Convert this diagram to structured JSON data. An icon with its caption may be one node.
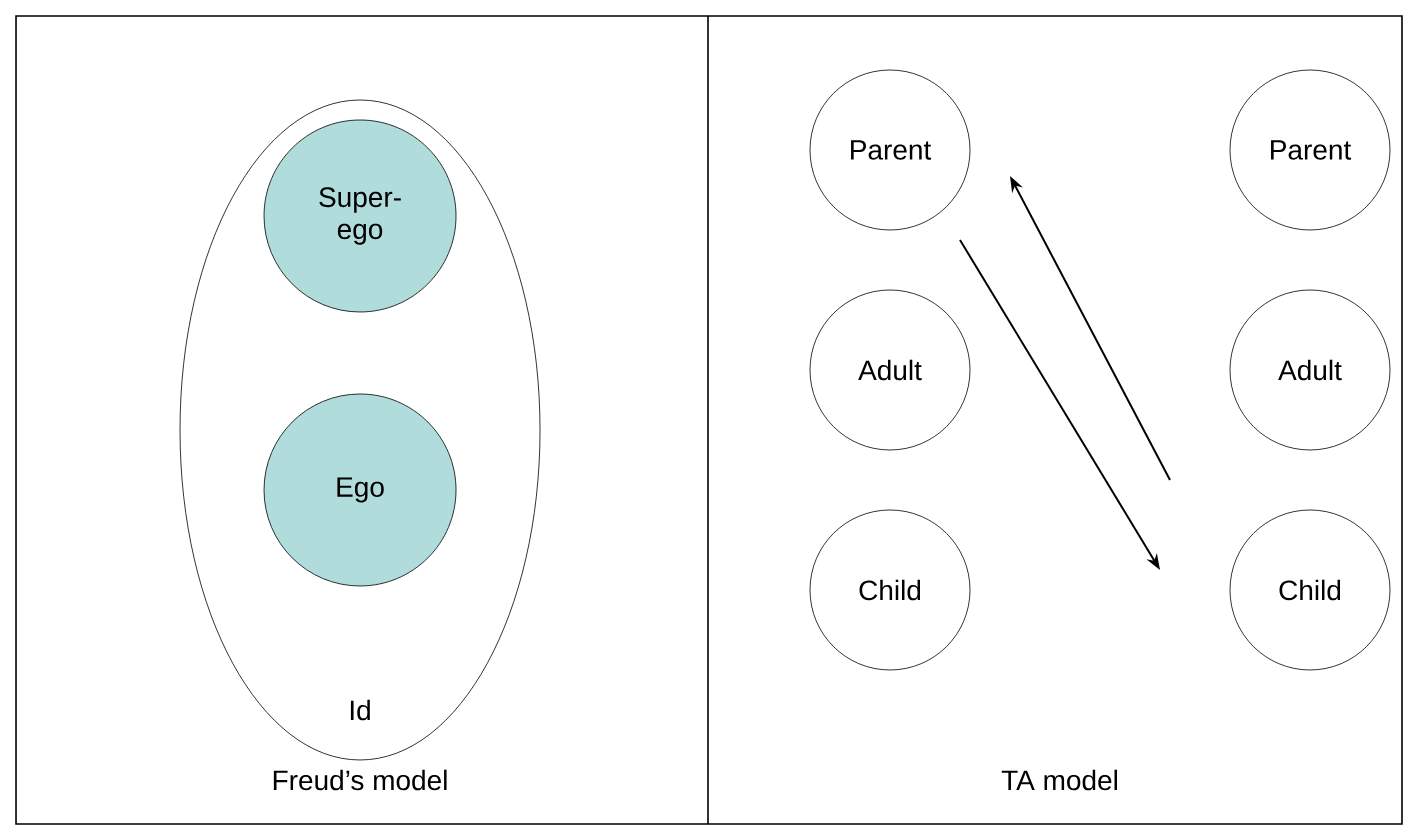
{
  "diagram": {
    "nodes": [
      {
        "text": [
          "Id"
        ]
      },
      {
        "text": [
          "Super- ego"
        ],
        "in": 0
      },
      {
        "text": [
          "Ego"
        ],
        "in": 0
      },
      {
        "text": [
          "Parent"
        ]
      },
      {
        "text": [
          "Adult"
        ]
      },
      {
        "text": [
          "Child"
        ]
      },
      {
        "text": [
          "Parent"
        ]
      },
      {
        "text": [
          "Adult"
        ]
      },
      {
        "text": [
          "Child"
        ]
      }
    ],
    "edges": [
      {
        "from": 3,
        "to": 8,
        "arrow": "to"
      },
      {
        "from": 8,
        "to": 3,
        "arrow": "to"
      }
    ],
    "labels": [
      "Freud’s model",
      "TA  model"
    ]
  }
}
